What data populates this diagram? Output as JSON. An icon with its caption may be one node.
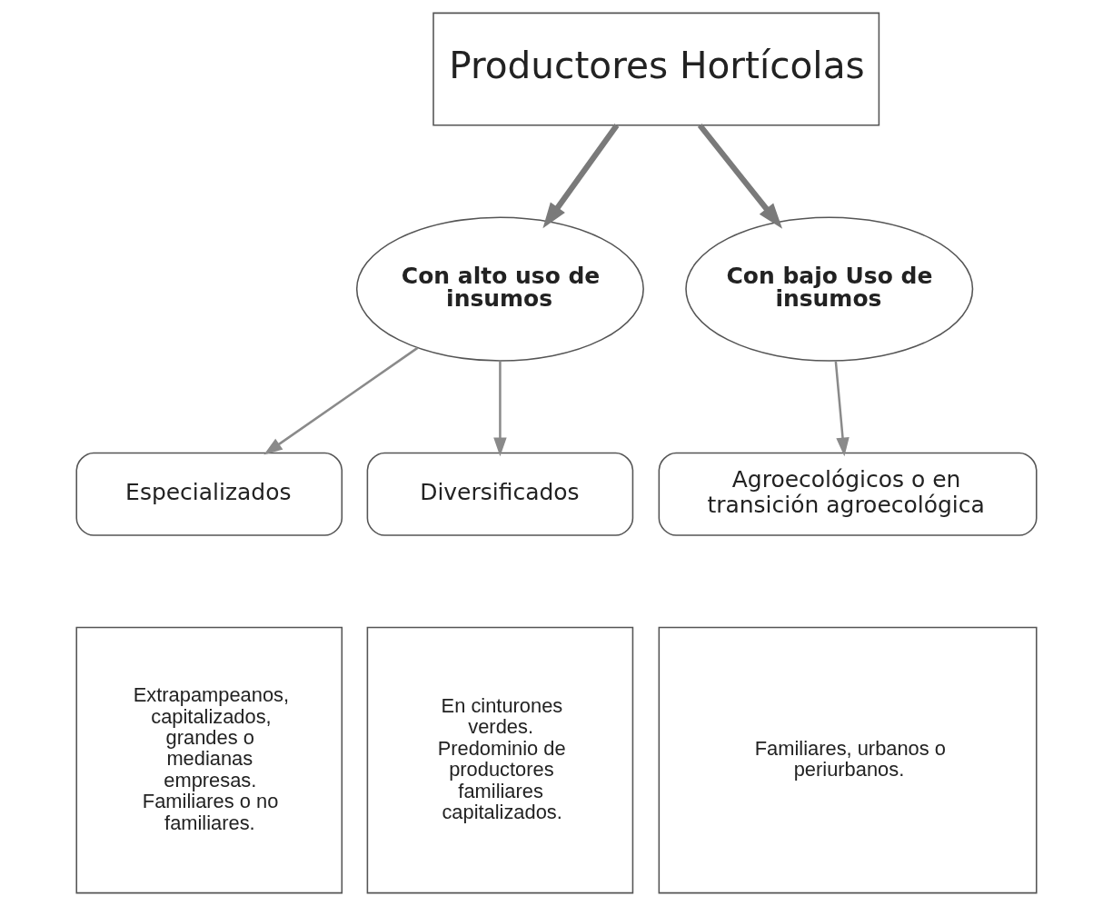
{
  "diagram": {
    "nodes": [
      {
        "text": [
          "Productores Hortícolas"
        ]
      },
      {
        "text": [
          "Con alto uso de insumos"
        ]
      },
      {
        "text": [
          "Con bajo Uso de insumos"
        ]
      },
      {
        "text": [
          "Especializados"
        ]
      },
      {
        "text": [
          "Diversificados"
        ]
      },
      {
        "text": [
          "Agroecológicos o en transición agroecológica"
        ]
      },
      {
        "text": [
          "Extrapampeanos, capitalizados, grandes o medianas empresas. Familiares o no familiares."
        ]
      },
      {
        "text": [
          "En cinturones verdes. Predominio de productores familiares capitalizados."
        ]
      },
      {
        "text": [
          "Familiares, urbanos o periurbanos."
        ]
      }
    ],
    "edges": [
      {
        "from": 0,
        "to": 1,
        "arrow": "to",
        "style": "thick"
      },
      {
        "from": 0,
        "to": 2,
        "arrow": "to",
        "style": "thick"
      },
      {
        "from": 1,
        "to": 3,
        "arrow": "to"
      },
      {
        "from": 1,
        "to": 4,
        "arrow": "to"
      },
      {
        "from": 2,
        "to": 5,
        "arrow": "to"
      }
    ]
  }
}
